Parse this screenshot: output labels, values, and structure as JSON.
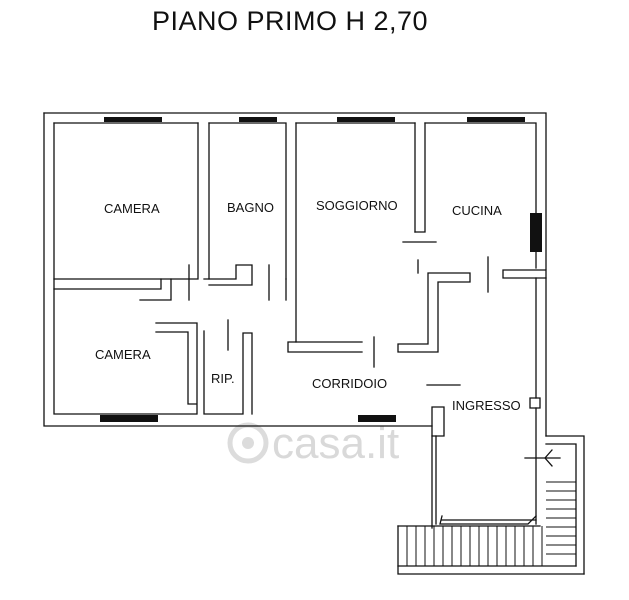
{
  "plan": {
    "title": "PIANO PRIMO H 2,70",
    "rooms": {
      "camera_1": "CAMERA",
      "camera_2": "CAMERA",
      "bagno": "BAGNO",
      "soggiorno": "SOGGIORNO",
      "cucina": "CUCINA",
      "ripostiglio": "RIP.",
      "corridoio": "CORRIDOIO",
      "ingresso": "INGRESSO"
    },
    "watermark": "casa.it",
    "colors": {
      "wall": "#111111",
      "window": "#111111",
      "watermark": "#d9d9d9"
    }
  }
}
